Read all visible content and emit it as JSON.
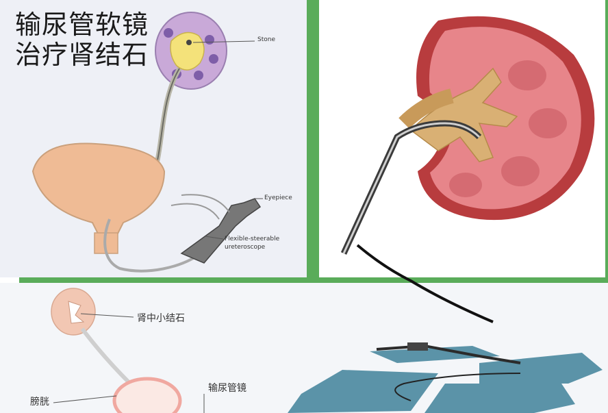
{
  "title": {
    "line1": "输尿管软镜",
    "line2": "治疗肾结石"
  },
  "top_left_diagram": {
    "labels": {
      "stone": "Stone",
      "eyepiece": "Eyepiece",
      "scope_line1": "Flexible-steerable",
      "scope_line2": "ureteroscope"
    }
  },
  "bottom_diagram": {
    "labels": {
      "kidney_stone": "肾中小结石",
      "bladder": "膀胱",
      "ureteroscope": "输尿管镜"
    }
  },
  "colors": {
    "panel_border": "#5aac5a",
    "kidney": "#e2747a",
    "mat": "#5b93a8"
  }
}
